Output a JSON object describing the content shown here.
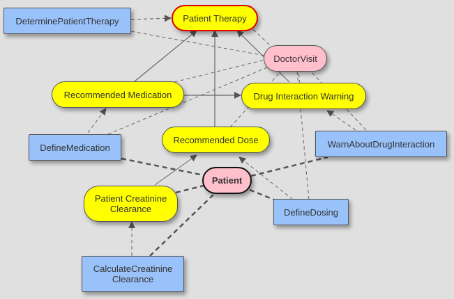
{
  "diagram": {
    "nodes": {
      "determine_patient_therapy": "DeterminePatientTherapy",
      "patient_therapy": "Patient Therapy",
      "doctor_visit": "DoctorVisit",
      "recommended_medication": "Recommended Medication",
      "drug_interaction_warning": "Drug Interaction Warning",
      "define_medication": "DefineMedication",
      "recommended_dose": "Recommended Dose",
      "warn_about_drug_interaction": "WarnAboutDrugInteraction",
      "patient": "Patient",
      "patient_creatinine_clearance": "Patient Creatinine Clearance",
      "define_dosing": "DefineDosing",
      "calculate_creatinine_clearance": "CalculateCreatinine Clearance"
    },
    "colors": {
      "background": "#e0e0e0",
      "process": "#99c2fa",
      "data": "#ffff00",
      "context": "#ffc0cb",
      "focus_border": "#e00000",
      "edge": "#555555"
    }
  }
}
